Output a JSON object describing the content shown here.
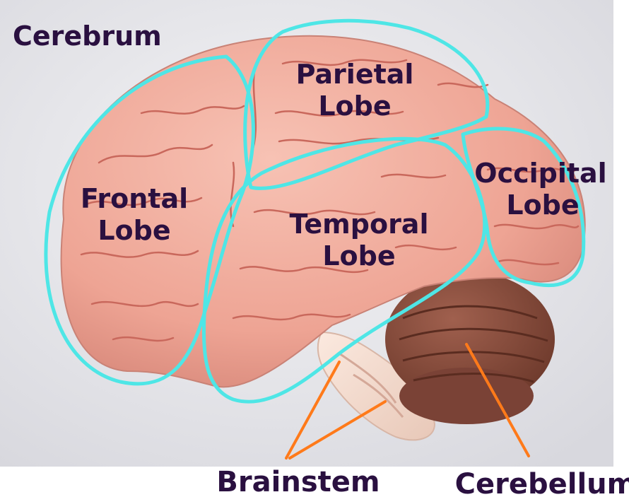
{
  "title": "Cerebrum",
  "labels": {
    "frontal": [
      "Frontal",
      "Lobe"
    ],
    "parietal": [
      "Parietal",
      "Lobe"
    ],
    "temporal": [
      "Temporal",
      "Lobe"
    ],
    "occipital": [
      "Occipital",
      "Lobe"
    ],
    "brainstem": "Brainstem",
    "cerebellum": "Cerebellum"
  },
  "colors": {
    "outline": "#4ee6e6",
    "pointer": "#ff7a1a",
    "label": "#2a1040",
    "brain": "#f0a898",
    "cerebellum": "#8a4a3a"
  }
}
